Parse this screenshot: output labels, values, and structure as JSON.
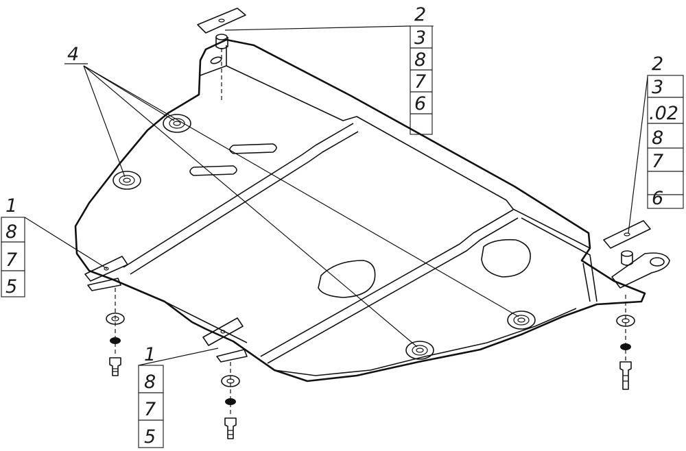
{
  "callouts": {
    "top_center": [
      "2",
      "3",
      "8",
      "7",
      "6"
    ],
    "right": [
      "2",
      "3",
      ".02",
      "8",
      "7",
      "6"
    ],
    "left": [
      "1",
      "8",
      "7",
      "5"
    ],
    "bottom_center": [
      "1",
      "8",
      "7",
      "5"
    ],
    "bolts_label": "4"
  }
}
